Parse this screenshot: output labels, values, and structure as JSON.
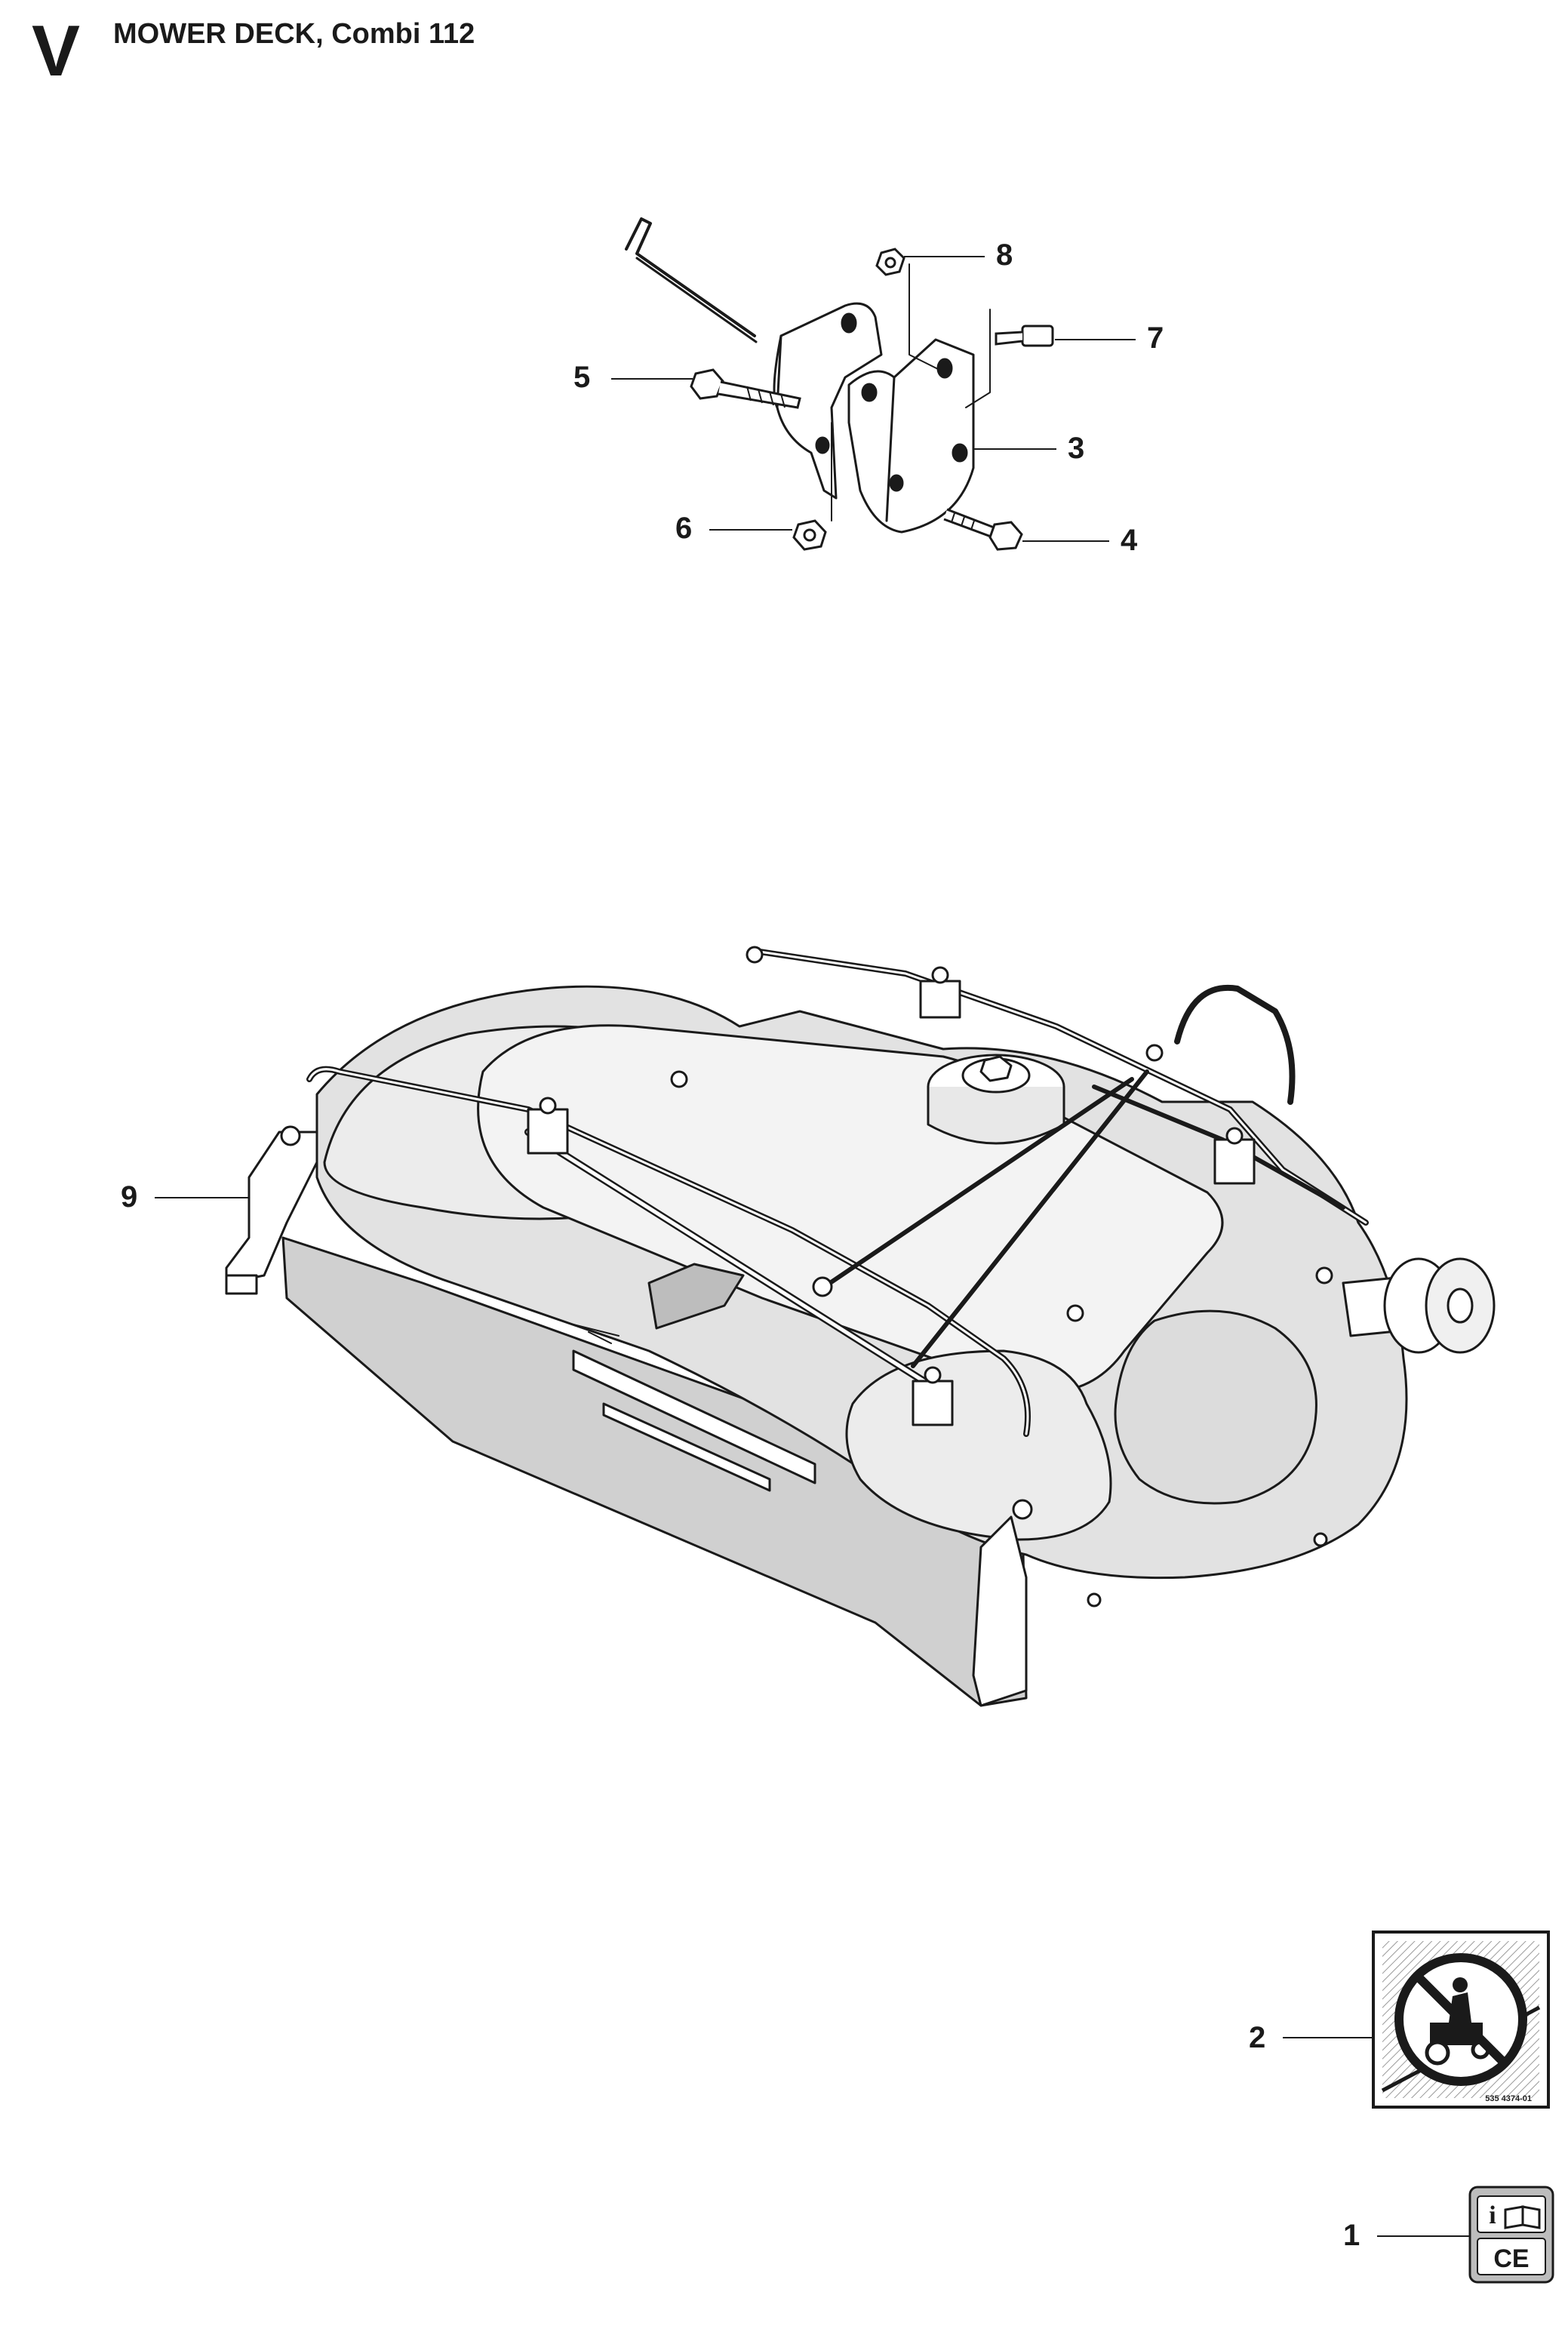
{
  "header": {
    "section_letter": "V",
    "title": "MOWER DECK, Combi 112"
  },
  "callouts": [
    {
      "id": "1",
      "label": "1"
    },
    {
      "id": "2",
      "label": "2"
    },
    {
      "id": "3",
      "label": "3"
    },
    {
      "id": "4",
      "label": "4"
    },
    {
      "id": "5",
      "label": "5"
    },
    {
      "id": "6",
      "label": "6"
    },
    {
      "id": "7",
      "label": "7"
    },
    {
      "id": "8",
      "label": "8"
    },
    {
      "id": "9",
      "label": "9"
    }
  ],
  "warning_decal": {
    "part_code": "535 4374-01",
    "icon": "no-riding-on-slope-icon"
  },
  "manual_box": {
    "info_icon": "information-book-icon",
    "mark": "CE"
  },
  "colors": {
    "line": "#1a1a1a",
    "deck_fill": "#e2e2e2",
    "deck_shadow": "#bdbdbd",
    "paper": "#ffffff"
  }
}
